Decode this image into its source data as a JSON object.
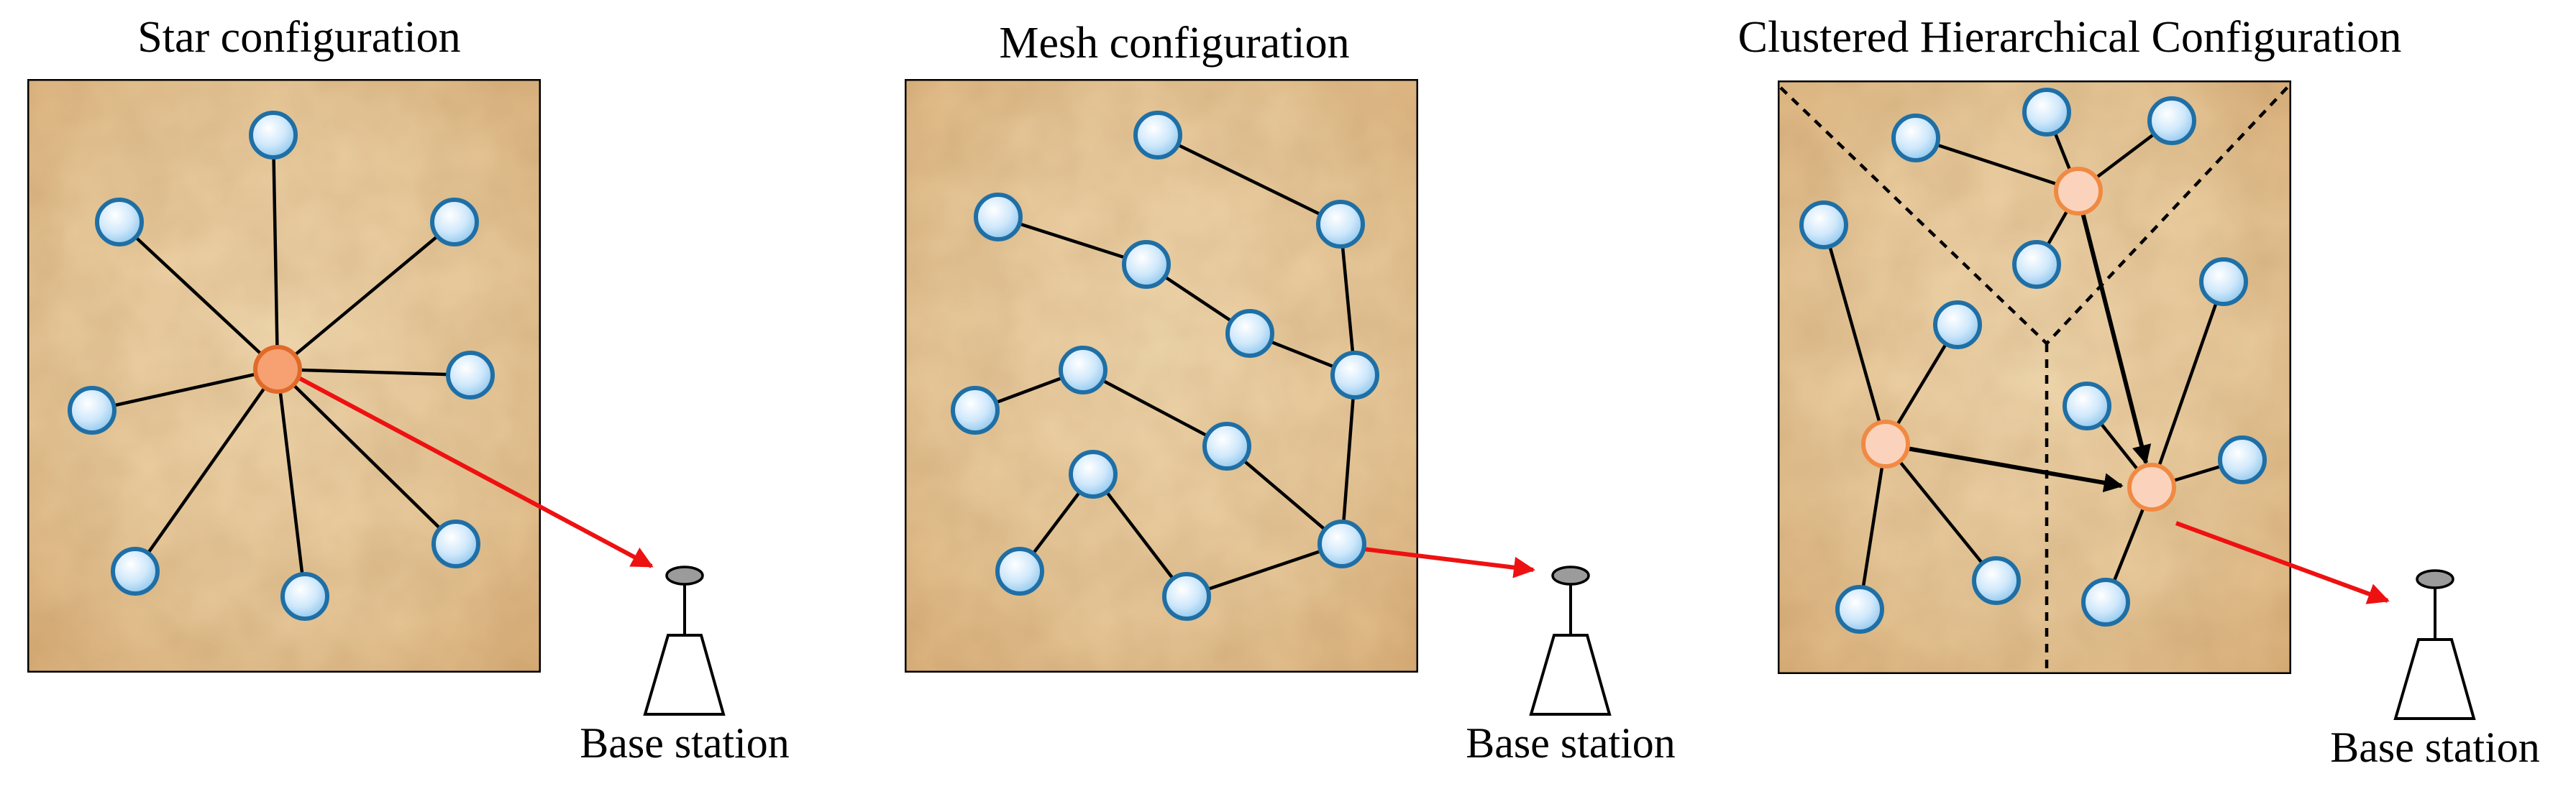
{
  "panels": [
    {
      "id": "star",
      "title": "Star configuration",
      "base_station_label": "Base station"
    },
    {
      "id": "mesh",
      "title": "Mesh configuration",
      "base_station_label": "Base station"
    },
    {
      "id": "clustered",
      "title": "Clustered Hierarchical Configuration",
      "base_station_label": "Base station"
    }
  ],
  "colors": {
    "background_parchment": "#e8c99a",
    "sensor_node_fill": "#cfe8fb",
    "sensor_node_stroke": "#1f6fa5",
    "star_hub_fill": "#f7a071",
    "cluster_head_fill": "#fbd3bd",
    "cluster_head_stroke": "#f08a43",
    "uplink_arrow": "#ee1111",
    "links": "#000000"
  }
}
